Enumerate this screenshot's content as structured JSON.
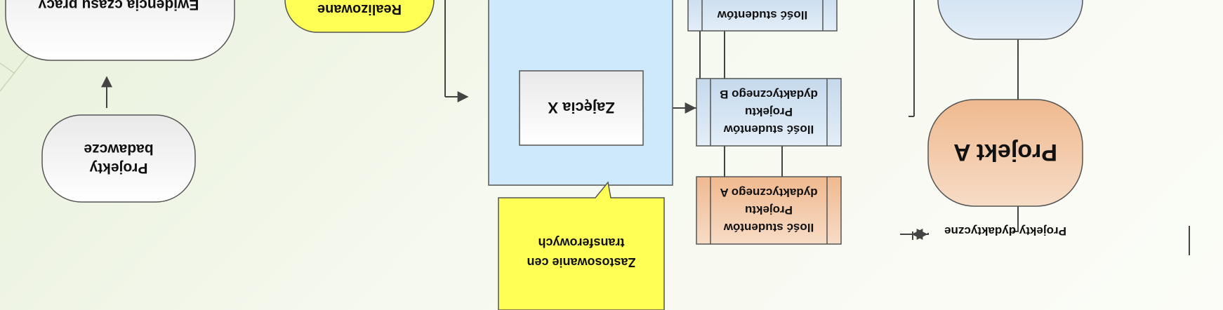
{
  "diagram": {
    "nodes": {
      "evidence_top": "Ewidencja czasu pracy",
      "realized": "Realizowane",
      "research_projects": [
        "Projekty",
        "badawcze"
      ],
      "classes_x": "Zajęcia X",
      "students_top": "Ilość studentów",
      "students_b": [
        "Ilość studentów",
        "Projektu",
        "dydaktycznego B"
      ],
      "students_a": [
        "Ilość studentów",
        "Projektu",
        "dydaktycznego A"
      ],
      "project_a": "Projekt A",
      "transfer_prices": [
        "Zastosowanie cen",
        "transferowych"
      ],
      "didactic_projects": "Projekty dydaktyczne"
    },
    "colors": {
      "callout": "#ffff55",
      "classes_container": "#cde9fb",
      "project_a": "#f1c29c",
      "students_blue": "#cfe0f0",
      "students_orange": "#f0bf9b"
    }
  }
}
